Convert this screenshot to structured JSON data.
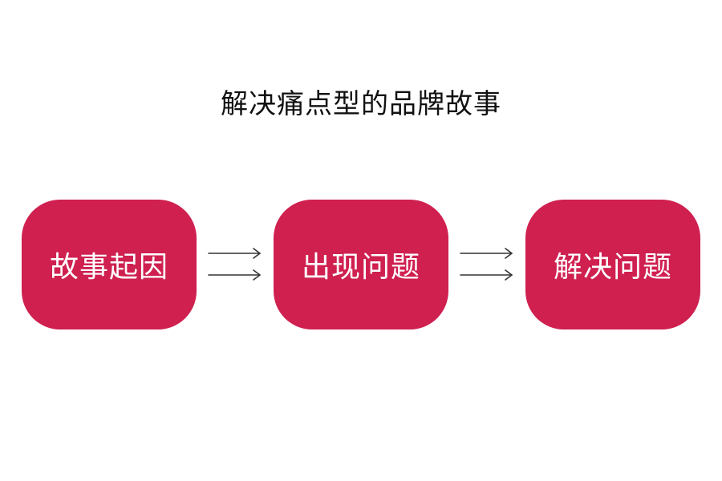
{
  "title": "解决痛点型的品牌故事",
  "colors": {
    "node_fill": "#cf2050",
    "arrow_stroke": "#333333",
    "title_text": "#111111"
  },
  "nodes": [
    {
      "label": "故事起因"
    },
    {
      "label": "出现问题"
    },
    {
      "label": "解决问题"
    }
  ],
  "connectors": [
    {
      "from": 0,
      "to": 1,
      "style": "double-arrow"
    },
    {
      "from": 1,
      "to": 2,
      "style": "double-arrow"
    }
  ]
}
